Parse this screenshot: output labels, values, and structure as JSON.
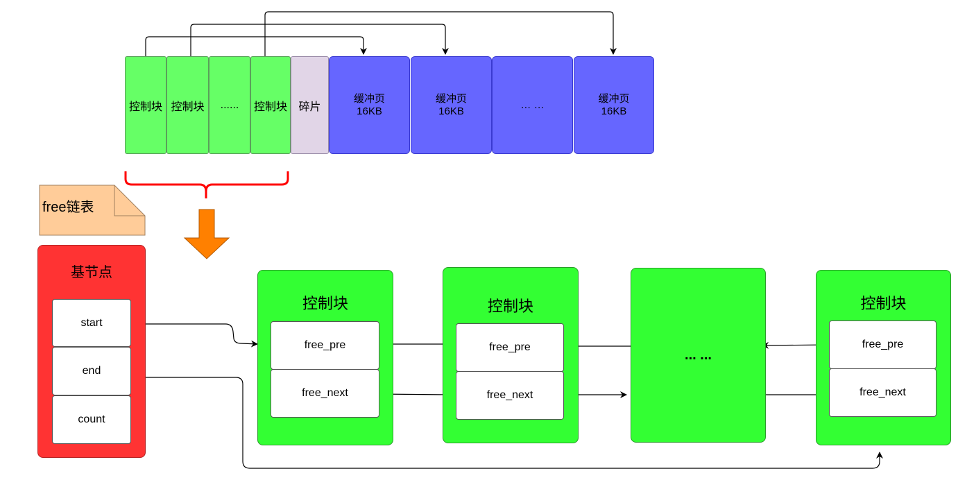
{
  "memory_row": {
    "control_blocks": [
      "控制块",
      "控制块",
      "......",
      "控制块"
    ],
    "fragment": "碎片",
    "pages": [
      {
        "line1": "缓冲页",
        "line2": "16KB"
      },
      {
        "line1": "缓冲页",
        "line2": "16KB"
      },
      {
        "line1": "… …",
        "line2": ""
      },
      {
        "line1": "缓冲页",
        "line2": "16KB"
      }
    ]
  },
  "free_list": {
    "label": "free链表",
    "base_node": {
      "title": "基节点",
      "fields": [
        "start",
        "end",
        "count"
      ]
    },
    "nodes": [
      {
        "title": "控制块",
        "pre": "free_pre",
        "next": "free_next"
      },
      {
        "title": "控制块",
        "pre": "free_pre",
        "next": "free_next"
      },
      {
        "ellipsis": "... ..."
      },
      {
        "title": "控制块",
        "pre": "free_pre",
        "next": "free_next"
      }
    ]
  },
  "colors": {
    "control_block": "#66ff66",
    "fragment": "#e1d5e7",
    "buffer_page": "#6666ff",
    "brace": "#ff0000",
    "down_arrow": "#ff8000",
    "note": "#ffcc99",
    "base_node": "#ff3333",
    "list_node": "#33ff33"
  }
}
